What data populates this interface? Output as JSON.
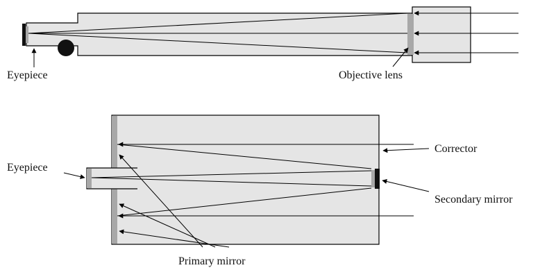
{
  "diagram": {
    "refractor": {
      "eyepiece_label": "Eyepiece",
      "objective_label": "Objective lens"
    },
    "catadioptric": {
      "eyepiece_label": "Eyepiece",
      "corrector_label": "Corrector",
      "secondary_label": "Secondary mirror",
      "primary_label": "Primary mirror"
    },
    "colors": {
      "tube_fill": "#e5e5e5",
      "outline": "#000000",
      "mirror_gray": "#a8a8a8",
      "secondary_black": "#111111",
      "focuser_knob": "#111111"
    }
  }
}
